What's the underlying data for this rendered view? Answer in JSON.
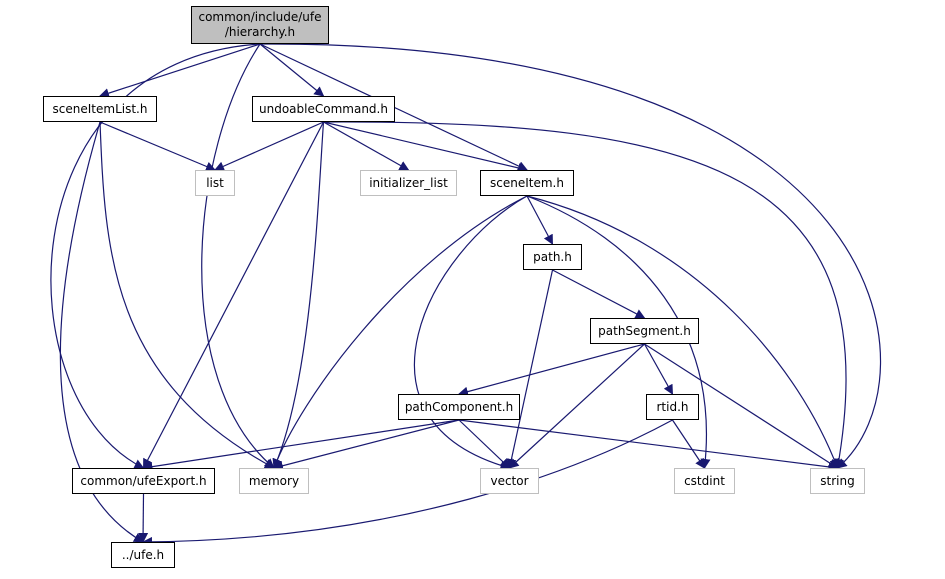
{
  "graph": {
    "title": "Include dependency graph",
    "edge_color": "#191970",
    "root_fill": "#bfbfbf",
    "external_border": "#bfbfbf",
    "nodes": {
      "hierarchy": {
        "label": "common/include/ufe\n/hierarchy.h",
        "kind": "root"
      },
      "sceneItemList": {
        "label": "sceneItemList.h",
        "kind": "local"
      },
      "undoableCommand": {
        "label": "undoableCommand.h",
        "kind": "local"
      },
      "list": {
        "label": "list",
        "kind": "external"
      },
      "initializer_list": {
        "label": "initializer_list",
        "kind": "external"
      },
      "sceneItem": {
        "label": "sceneItem.h",
        "kind": "local"
      },
      "path": {
        "label": "path.h",
        "kind": "local"
      },
      "pathSegment": {
        "label": "pathSegment.h",
        "kind": "local"
      },
      "pathComponent": {
        "label": "pathComponent.h",
        "kind": "local"
      },
      "rtid": {
        "label": "rtid.h",
        "kind": "local"
      },
      "ufeExport": {
        "label": "common/ufeExport.h",
        "kind": "local"
      },
      "memory": {
        "label": "memory",
        "kind": "external"
      },
      "vector": {
        "label": "vector",
        "kind": "external"
      },
      "cstdint": {
        "label": "cstdint",
        "kind": "external"
      },
      "string": {
        "label": "string",
        "kind": "external"
      },
      "ufe": {
        "label": "../ufe.h",
        "kind": "local"
      }
    },
    "edges": [
      [
        "hierarchy",
        "sceneItemList"
      ],
      [
        "hierarchy",
        "undoableCommand"
      ],
      [
        "hierarchy",
        "sceneItem"
      ],
      [
        "hierarchy",
        "memory"
      ],
      [
        "hierarchy",
        "ufeExport"
      ],
      [
        "hierarchy",
        "string"
      ],
      [
        "sceneItemList",
        "list"
      ],
      [
        "sceneItemList",
        "memory"
      ],
      [
        "sceneItemList",
        "ufe"
      ],
      [
        "undoableCommand",
        "list"
      ],
      [
        "undoableCommand",
        "initializer_list"
      ],
      [
        "undoableCommand",
        "sceneItem"
      ],
      [
        "undoableCommand",
        "ufeExport"
      ],
      [
        "undoableCommand",
        "memory"
      ],
      [
        "undoableCommand",
        "string"
      ],
      [
        "sceneItem",
        "path"
      ],
      [
        "sceneItem",
        "memory"
      ],
      [
        "sceneItem",
        "vector"
      ],
      [
        "sceneItem",
        "cstdint"
      ],
      [
        "sceneItem",
        "string"
      ],
      [
        "path",
        "pathSegment"
      ],
      [
        "path",
        "vector"
      ],
      [
        "pathSegment",
        "pathComponent"
      ],
      [
        "pathSegment",
        "rtid"
      ],
      [
        "pathSegment",
        "vector"
      ],
      [
        "pathSegment",
        "string"
      ],
      [
        "pathComponent",
        "ufeExport"
      ],
      [
        "pathComponent",
        "memory"
      ],
      [
        "pathComponent",
        "vector"
      ],
      [
        "pathComponent",
        "string"
      ],
      [
        "rtid",
        "cstdint"
      ],
      [
        "rtid",
        "ufe"
      ],
      [
        "ufeExport",
        "ufe"
      ]
    ]
  }
}
